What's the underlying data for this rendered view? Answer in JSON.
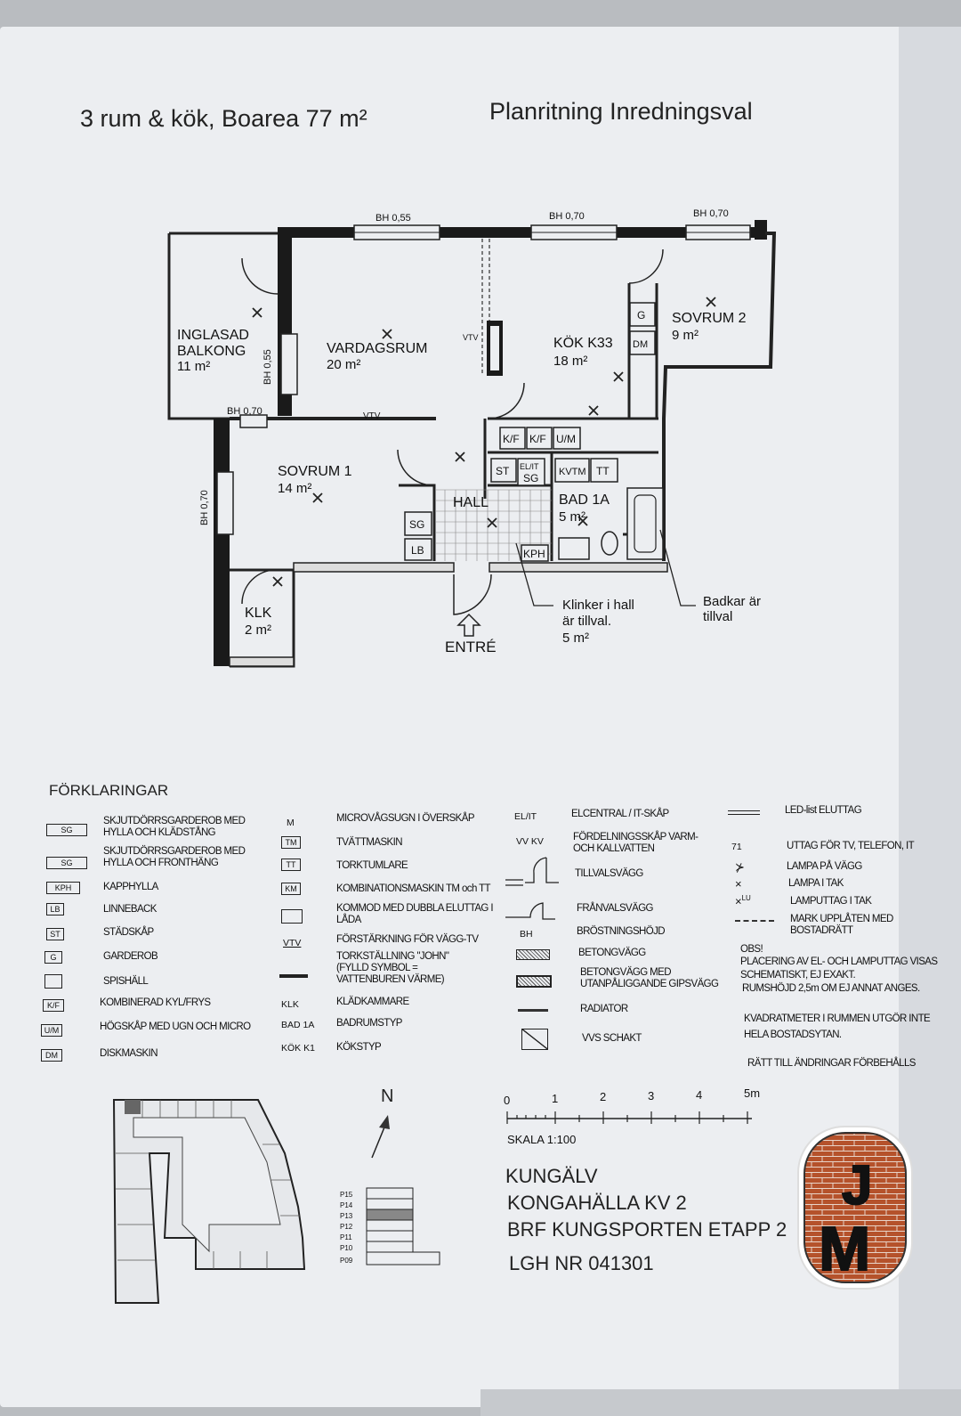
{
  "header": {
    "title_left": "3 rum & kök, Boarea 77 m²",
    "title_right": "Planritning Inredningsval"
  },
  "plan": {
    "rooms": [
      {
        "name": "INGLASAD",
        "name2": "BALKONG",
        "area": "11 m²"
      },
      {
        "name": "VARDAGSRUM",
        "area": "20 m²"
      },
      {
        "name": "KÖK K33",
        "area": "18 m²"
      },
      {
        "name": "SOVRUM 2",
        "area": "9 m²"
      },
      {
        "name": "SOVRUM 1",
        "area": "14 m²"
      },
      {
        "name": "HALL"
      },
      {
        "name": "BAD 1A",
        "area": "5 m²"
      },
      {
        "name": "KLK",
        "area": "2 m²"
      }
    ],
    "window_labels": [
      "BH 0,55",
      "BH 0,70",
      "BH 0,70",
      "BH 0,55",
      "BH 0,70",
      "BH 0,70"
    ],
    "fixtures": [
      "K/F",
      "K/F",
      "U/M",
      "ST",
      "EL/IT",
      "SG",
      "KVTM",
      "TT",
      "SG",
      "LB",
      "KPH",
      "G",
      "DM",
      "VTV",
      "VTV"
    ],
    "entrance": "ENTRÉ",
    "notes": [
      {
        "line1": "Klinker i hall",
        "line2": "är tillval.",
        "line3": "5 m²"
      },
      {
        "line1": "Badkar är",
        "line2": "tillval"
      }
    ]
  },
  "legend": {
    "heading": "FÖRKLARINGAR",
    "col1": [
      {
        "sym": "SG",
        "text": "SKJUTDÖRRSGARDEROB MED HYLLA OCH KLÄDSTÅNG"
      },
      {
        "sym": "SG",
        "text": "SKJUTDÖRRSGARDEROB MED HYLLA OCH FRONTHÄNG"
      },
      {
        "sym": "KPH",
        "text": "KAPPHYLLA"
      },
      {
        "sym": "LB",
        "text": "LINNEBACK"
      },
      {
        "sym": "ST",
        "text": "STÄDSKÅP"
      },
      {
        "sym": "G",
        "text": "GARDEROB"
      },
      {
        "sym": "",
        "text": "SPISHÄLL"
      },
      {
        "sym": "K/F",
        "text": "KOMBINERAD KYL/FRYS"
      },
      {
        "sym": "U/M",
        "text": "HÖGSKÅP MED UGN OCH MICRO"
      },
      {
        "sym": "DM",
        "text": "DISKMASKIN"
      }
    ],
    "col2": [
      {
        "sym": "M",
        "text": "MICROVÅGSUGN I ÖVERSKÅP"
      },
      {
        "sym": "TM",
        "text": "TVÄTTMASKIN"
      },
      {
        "sym": "TT",
        "text": "TORKTUMLARE"
      },
      {
        "sym": "KM",
        "text": "KOMBINATIONSMASKIN TM och TT"
      },
      {
        "sym": "",
        "text": "KOMMOD MED DUBBLA ELUTTAG I LÅDA"
      },
      {
        "sym": "VTV",
        "text": "FÖRSTÄRKNING FÖR VÄGG-TV"
      },
      {
        "sym": "",
        "text": "TORKSTÄLLNING \"JOHN\" (FYLLD SYMBOL = VATTENBUREN VÄRME)"
      },
      {
        "sym": "KLK",
        "text": "KLÄDKAMMARE"
      },
      {
        "sym": "BAD 1A",
        "text": "BADRUMSTYP"
      },
      {
        "sym": "KÖK K1",
        "text": "KÖKSTYP"
      }
    ],
    "col3": [
      {
        "sym": "EL/IT",
        "text": "ELCENTRAL / IT-SKÅP"
      },
      {
        "sym": "VV KV",
        "text": "FÖRDELNINGSSKÅP VARM- OCH KALLVATTEN"
      },
      {
        "sym": "",
        "text": "TILLVALSVÄGG"
      },
      {
        "sym": "",
        "text": "FRÅNVALSVÄGG"
      },
      {
        "sym": "BH",
        "text": "BRÖSTNINGSHÖJD"
      },
      {
        "sym": "",
        "text": "BETONGVÄGG"
      },
      {
        "sym": "",
        "text": "BETONGVÄGG MED UTANPÅLIGGANDE GIPSVÄGG"
      },
      {
        "sym": "",
        "text": "RADIATOR"
      },
      {
        "sym": "",
        "text": "VVS SCHAKT"
      }
    ],
    "col4": [
      {
        "sym": "",
        "text": "LED-list ELUTTAG"
      },
      {
        "sym": "71",
        "text": "UTTAG FÖR TV, TELEFON, IT"
      },
      {
        "sym": "",
        "text": "LAMPA PÅ VÄGG"
      },
      {
        "sym": "",
        "text": "LAMPA I TAK"
      },
      {
        "sym": "LU",
        "text": "LAMPUTTAG I TAK"
      },
      {
        "sym": "",
        "text": "MARK UPPLÅTEN MED BOSTADRÄTT"
      }
    ],
    "obs": [
      "OBS!",
      "PLACERING AV EL- OCH LAMPUTTAG VISAS",
      "SCHEMATISKT, EJ EXAKT.",
      "RUMSHÖJD 2,5m OM EJ ANNAT ANGES."
    ],
    "area_note": [
      "KVADRATMETER I RUMMEN UTGÖR INTE",
      "HELA BOSTADSYTAN."
    ],
    "rights": "RÄTT TILL ÄNDRINGAR FÖRBEHÅLLS"
  },
  "scale": {
    "ticks": [
      "0",
      "1",
      "2",
      "3",
      "4",
      "5m"
    ],
    "label": "SKALA 1:100"
  },
  "north": "N",
  "floors": [
    "P15",
    "P14",
    "P13",
    "P12",
    "P11",
    "P10",
    "P09"
  ],
  "project": {
    "line1": "KUNGÄLV",
    "line2": "KONGAHÄLLA KV 2",
    "line3": "BRF KUNGSPORTEN ETAPP 2",
    "line4": "LGH NR 041301"
  },
  "logo": {
    "text_top": "J",
    "text_bottom": "M"
  },
  "colors": {
    "paper": "#eceef1",
    "wall": "#1a1a1a",
    "logo_brick": "#b5522b"
  }
}
